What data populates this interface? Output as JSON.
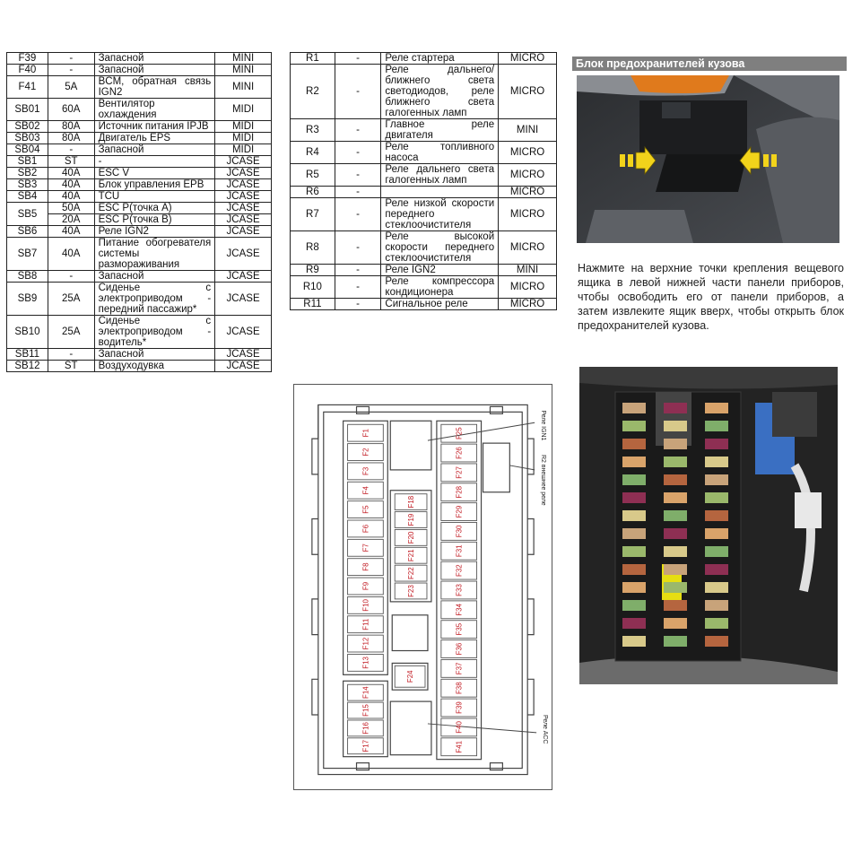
{
  "left_table": {
    "rows": [
      {
        "id": "F39",
        "rating": "-",
        "desc": "Запасной",
        "type": "MINI"
      },
      {
        "id": "F40",
        "rating": "-",
        "desc": "Запасной",
        "type": "MINI"
      },
      {
        "id": "F41",
        "rating": "5A",
        "desc": "BCM, обратная связь IGN2",
        "type": "MINI"
      },
      {
        "id": "SB01",
        "rating": "60A",
        "desc": "Вентилятор охлаждения",
        "type": "MIDI"
      },
      {
        "id": "SB02",
        "rating": "80A",
        "desc": "Источник питания IPJB",
        "type": "MIDI"
      },
      {
        "id": "SB03",
        "rating": "80A",
        "desc": "Двигатель EPS",
        "type": "MIDI"
      },
      {
        "id": "SB04",
        "rating": "-",
        "desc": "Запасной",
        "type": "MIDI"
      },
      {
        "id": "SB1",
        "rating": "ST",
        "desc": "-",
        "type": "JCASE"
      },
      {
        "id": "SB2",
        "rating": "40A",
        "desc": "ESC V",
        "type": "JCASE"
      },
      {
        "id": "SB3",
        "rating": "40A",
        "desc": "Блок управления EPB",
        "type": "JCASE"
      },
      {
        "id": "SB4",
        "rating": "40A",
        "desc": "TCU",
        "type": "JCASE"
      },
      {
        "id": "SB5",
        "rating": "50A",
        "desc": "ESC P(точка A)",
        "type": "JCASE",
        "rating2": "20A",
        "desc2": "ESC P(точка B)",
        "type2": "JCASE"
      },
      {
        "id": "SB6",
        "rating": "40A",
        "desc": "Реле IGN2",
        "type": "JCASE"
      },
      {
        "id": "SB7",
        "rating": "40A",
        "desc": "Питание обогревателя системы размораживания",
        "type": "JCASE"
      },
      {
        "id": "SB8",
        "rating": "-",
        "desc": "Запасной",
        "type": "JCASE"
      },
      {
        "id": "SB9",
        "rating": "25A",
        "desc": "Сиденье с электроприводом - передний пассажир*",
        "type": "JCASE"
      },
      {
        "id": "SB10",
        "rating": "25A",
        "desc": "Сиденье с электроприводом - водитель*",
        "type": "JCASE"
      },
      {
        "id": "SB11",
        "rating": "-",
        "desc": "Запасной",
        "type": "JCASE"
      },
      {
        "id": "SB12",
        "rating": "ST",
        "desc": "Воздуходувка",
        "type": "JCASE"
      }
    ]
  },
  "right_table": {
    "rows": [
      {
        "id": "R1",
        "rating": "-",
        "desc": "Реле стартера",
        "type": "MICRO"
      },
      {
        "id": "R2",
        "rating": "-",
        "desc": "Реле дальнего/ближнего света светодиодов, реле ближнего света галогенных ламп",
        "type": "MICRO"
      },
      {
        "id": "R3",
        "rating": "-",
        "desc": "Главное реле двигателя",
        "type": "MINI"
      },
      {
        "id": "R4",
        "rating": "-",
        "desc": "Реле топливного насоса",
        "type": "MICRO"
      },
      {
        "id": "R5",
        "rating": "-",
        "desc": "Реле дальнего света галогенных ламп",
        "type": "MICRO"
      },
      {
        "id": "R6",
        "rating": "-",
        "desc": "",
        "type": "MICRO"
      },
      {
        "id": "R7",
        "rating": "-",
        "desc": "Реле низкой скорости переднего стеклоочистителя",
        "type": "MICRO"
      },
      {
        "id": "R8",
        "rating": "-",
        "desc": "Реле высокой скорости переднего стеклоочистителя",
        "type": "MICRO"
      },
      {
        "id": "R9",
        "rating": "-",
        "desc": "Реле IGN2",
        "type": "MINI"
      },
      {
        "id": "R10",
        "rating": "-",
        "desc": "Реле компрессора кондиционера",
        "type": "MICRO"
      },
      {
        "id": "R11",
        "rating": "-",
        "desc": "Сигнальное реле",
        "type": "MICRO"
      }
    ]
  },
  "section_heading": "Блок предохранителей кузова",
  "instructions": "Нажмите на верхние точки крепления вещевого ящика в левой нижней части панели приборов, чтобы освободить его от панели приборов, а затем извлеките ящик вверх, чтобы открыть блок предохранителей кузова.",
  "diagram": {
    "fuses_left": [
      "F1",
      "F2",
      "F3",
      "F4",
      "F5",
      "F6",
      "F7",
      "F8",
      "F9",
      "F10",
      "F11",
      "F12",
      "F13"
    ],
    "fuses_left_lower": [
      "F14",
      "F15",
      "F16",
      "F17"
    ],
    "fuses_middle": [
      "F18",
      "F19",
      "F20",
      "F21",
      "F22",
      "F23"
    ],
    "fuse_middle_lower": "F24",
    "fuses_right": [
      "F25",
      "F26",
      "F27",
      "F28",
      "F29",
      "F30",
      "F31",
      "F32",
      "F33",
      "F34",
      "F35",
      "F36",
      "F37",
      "F38",
      "F39",
      "F40",
      "F41"
    ],
    "labels": {
      "relay_ign1": "Реле IGN1",
      "relay_r2": "R2 внешнее реле",
      "relay_acc": "Реле ACC"
    }
  },
  "colors": {
    "heading_bg": "#7f7f7f",
    "fuse_text": "#c0141c",
    "arrow": "#f2d31b"
  },
  "icons": [
    "arrow-right-icon",
    "arrow-left-icon"
  ]
}
